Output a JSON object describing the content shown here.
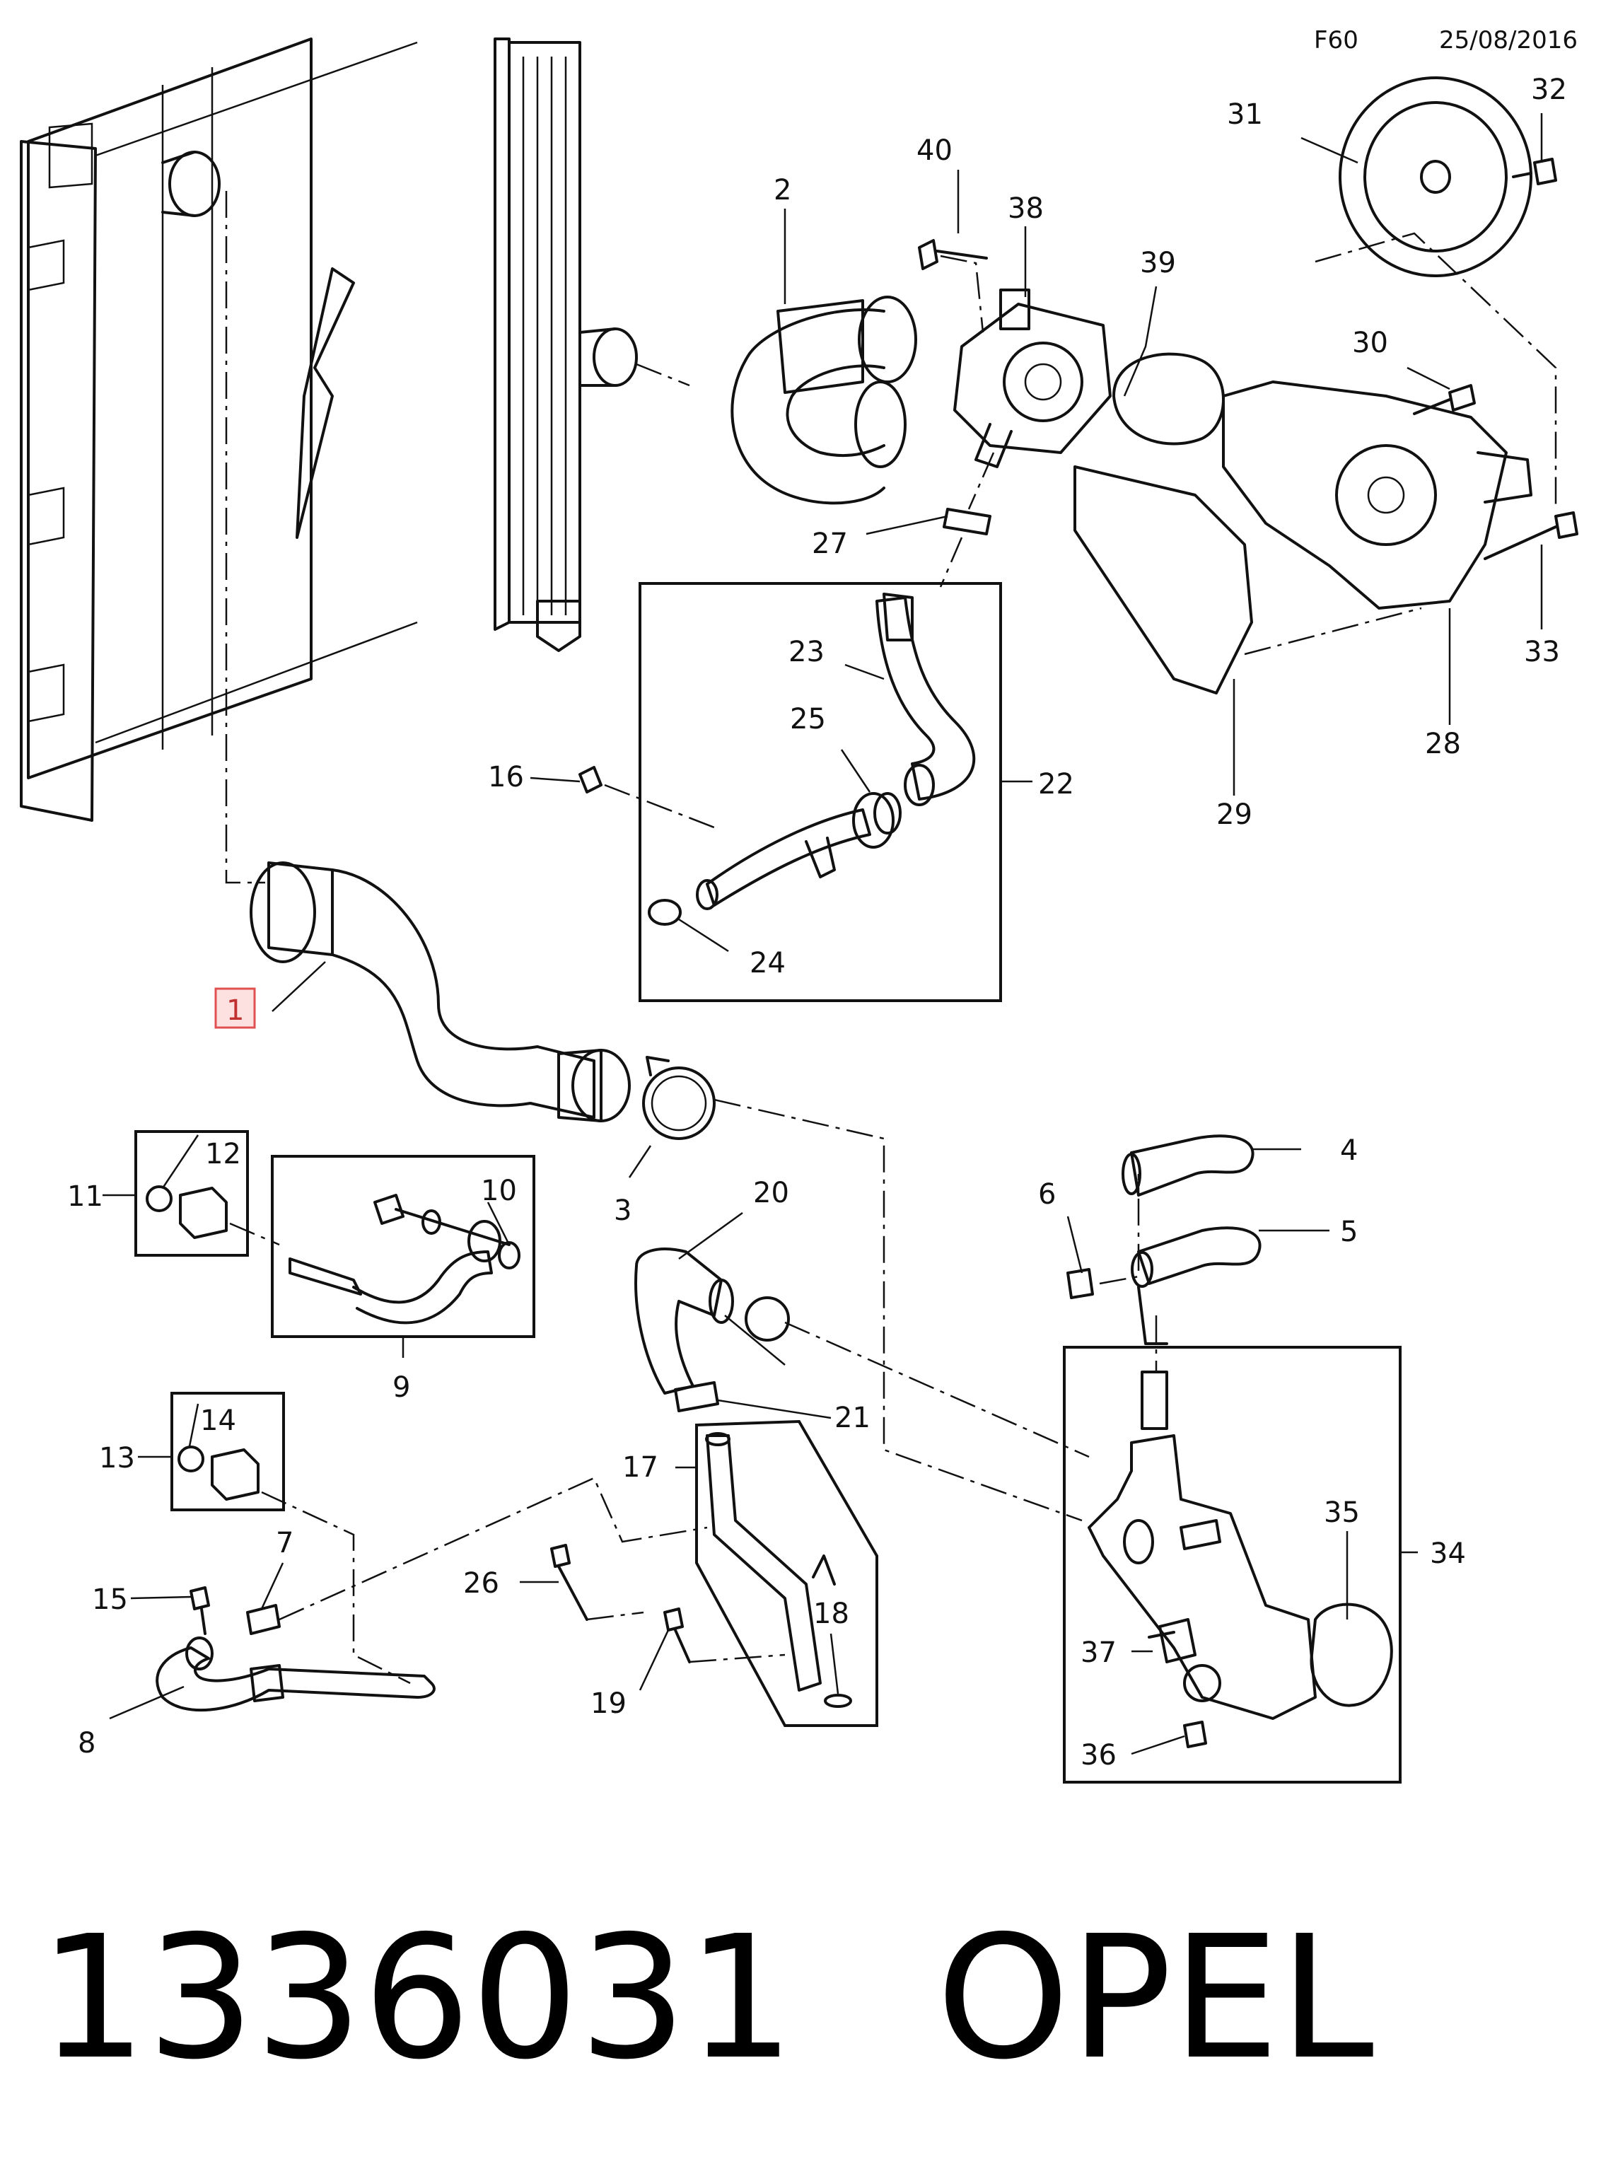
{
  "header": {
    "code": "F60",
    "date": "25/08/2016"
  },
  "footer": {
    "part_number": "1336031",
    "brand": "OPEL"
  },
  "highlighted_callout": "1",
  "callouts": {
    "c2": "2",
    "c3": "3",
    "c4": "4",
    "c5": "5",
    "c6": "6",
    "c7": "7",
    "c8": "8",
    "c9": "9",
    "c10": "10",
    "c11": "11",
    "c12": "12",
    "c13": "13",
    "c14": "14",
    "c15": "15",
    "c16": "16",
    "c17": "17",
    "c18": "18",
    "c19": "19",
    "c20": "20",
    "c21": "21",
    "c22": "22",
    "c23": "23",
    "c24": "24",
    "c25": "25",
    "c26": "26",
    "c27": "27",
    "c28": "28",
    "c29": "29",
    "c30": "30",
    "c31": "31",
    "c32": "32",
    "c33": "33",
    "c34": "34",
    "c35": "35",
    "c36": "36",
    "c37": "37",
    "c38": "38",
    "c39": "39",
    "c40": "40"
  }
}
